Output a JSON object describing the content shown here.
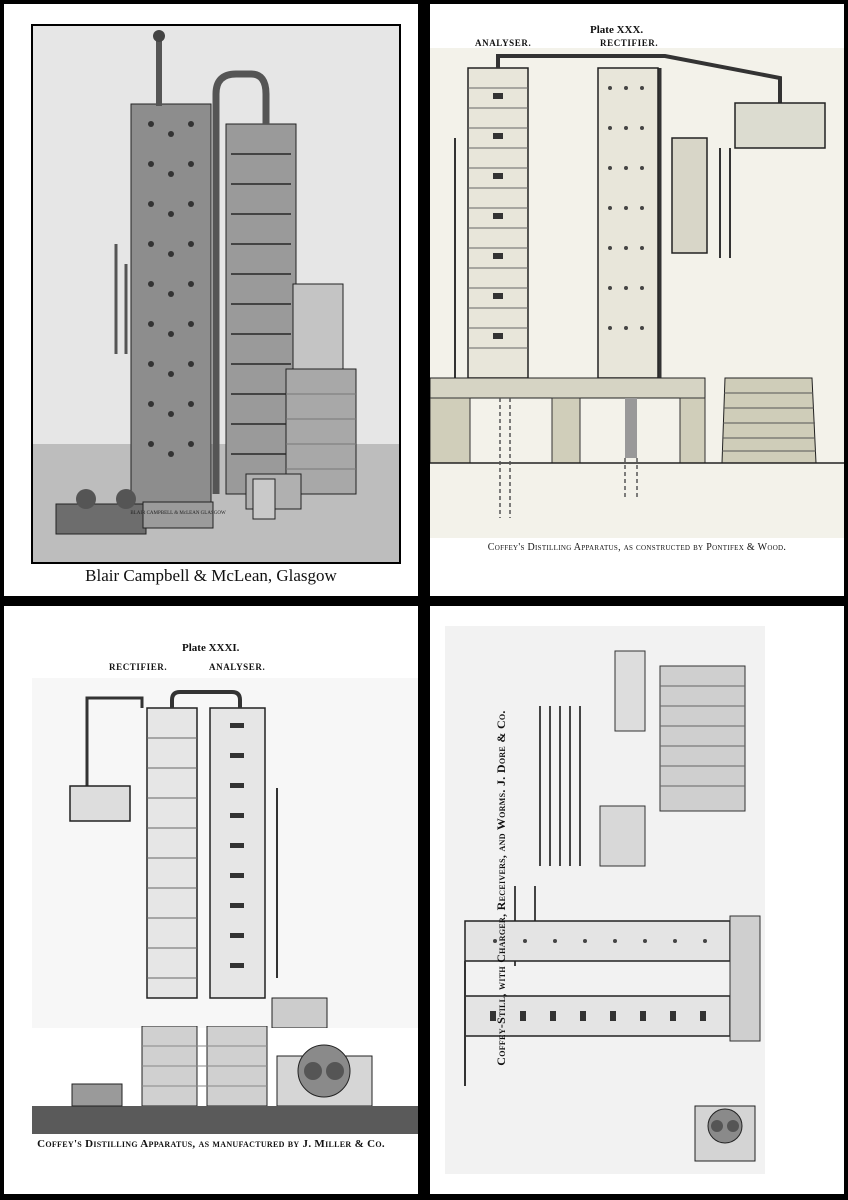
{
  "panels": {
    "p1": {
      "caption": "Blair Campbell & McLean, Glasgow",
      "plaque": "BLAIR CAMPBELL & McLEAN GLASGOW"
    },
    "p2": {
      "plate": "Plate XXX.",
      "label_left": "ANALYSER.",
      "label_right": "RECTIFIER.",
      "caption": "Coffey's Distilling Apparatus, as constructed by Pontifex & Wood."
    },
    "p3": {
      "plate": "Plate XXXI.",
      "label_left": "RECTIFIER.",
      "label_right": "ANALYSER.",
      "caption": "Coffey's Distilling Apparatus, as manufactured by J. Miller & Co."
    },
    "p4": {
      "caption": "Coffey-Still, with Charger, Receivers, and Worms. J. Dore & Co."
    }
  }
}
